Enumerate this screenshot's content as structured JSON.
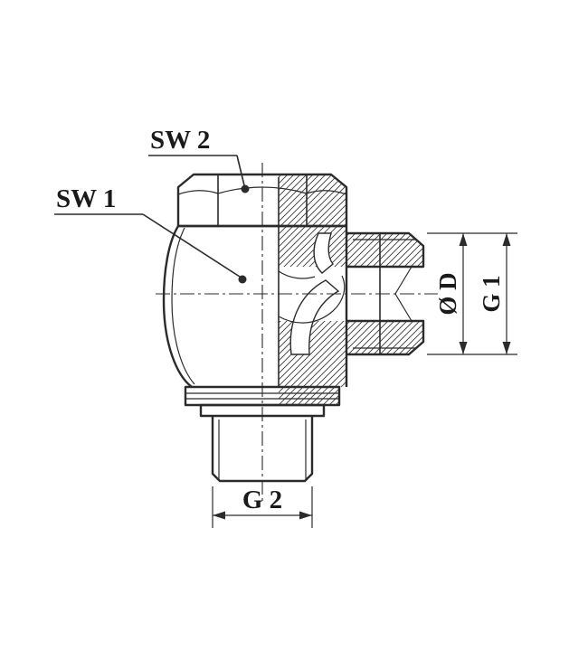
{
  "drawing": {
    "title": "hydraulic-banjo-elbow-fitting-section",
    "line_color": "#2b2b2b",
    "labels": {
      "sw2": "SW 2",
      "sw1": "SW 1",
      "dia_d": "Ø D",
      "g1": "G 1",
      "g2": "G 2"
    }
  }
}
